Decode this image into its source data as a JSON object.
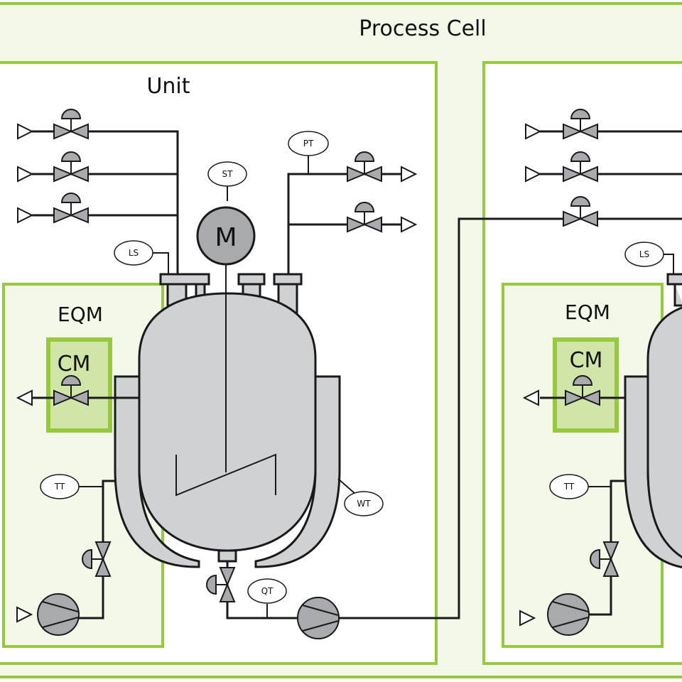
{
  "process_cell": {
    "label": "Process Cell"
  },
  "unit_left": {
    "label": "Unit",
    "eqm": {
      "label": "EQM"
    },
    "cm": {
      "label": "CM"
    },
    "motor": {
      "label": "M"
    },
    "instruments": {
      "st": "ST",
      "pt": "PT",
      "ls": "LS",
      "tt": "TT",
      "wt": "WT",
      "qt": "QT"
    }
  },
  "unit_right": {
    "eqm": {
      "label": "EQM"
    },
    "cm": {
      "label": "CM"
    },
    "instruments": {
      "ls": "LS",
      "tt": "TT"
    }
  },
  "colors": {
    "green_border": "#96c93d",
    "green_fill": "#f3f8e9",
    "cm_fill": "#cfe6a8",
    "vessel_fill": "#d0d1d3",
    "device_fill": "#a9aaad"
  }
}
